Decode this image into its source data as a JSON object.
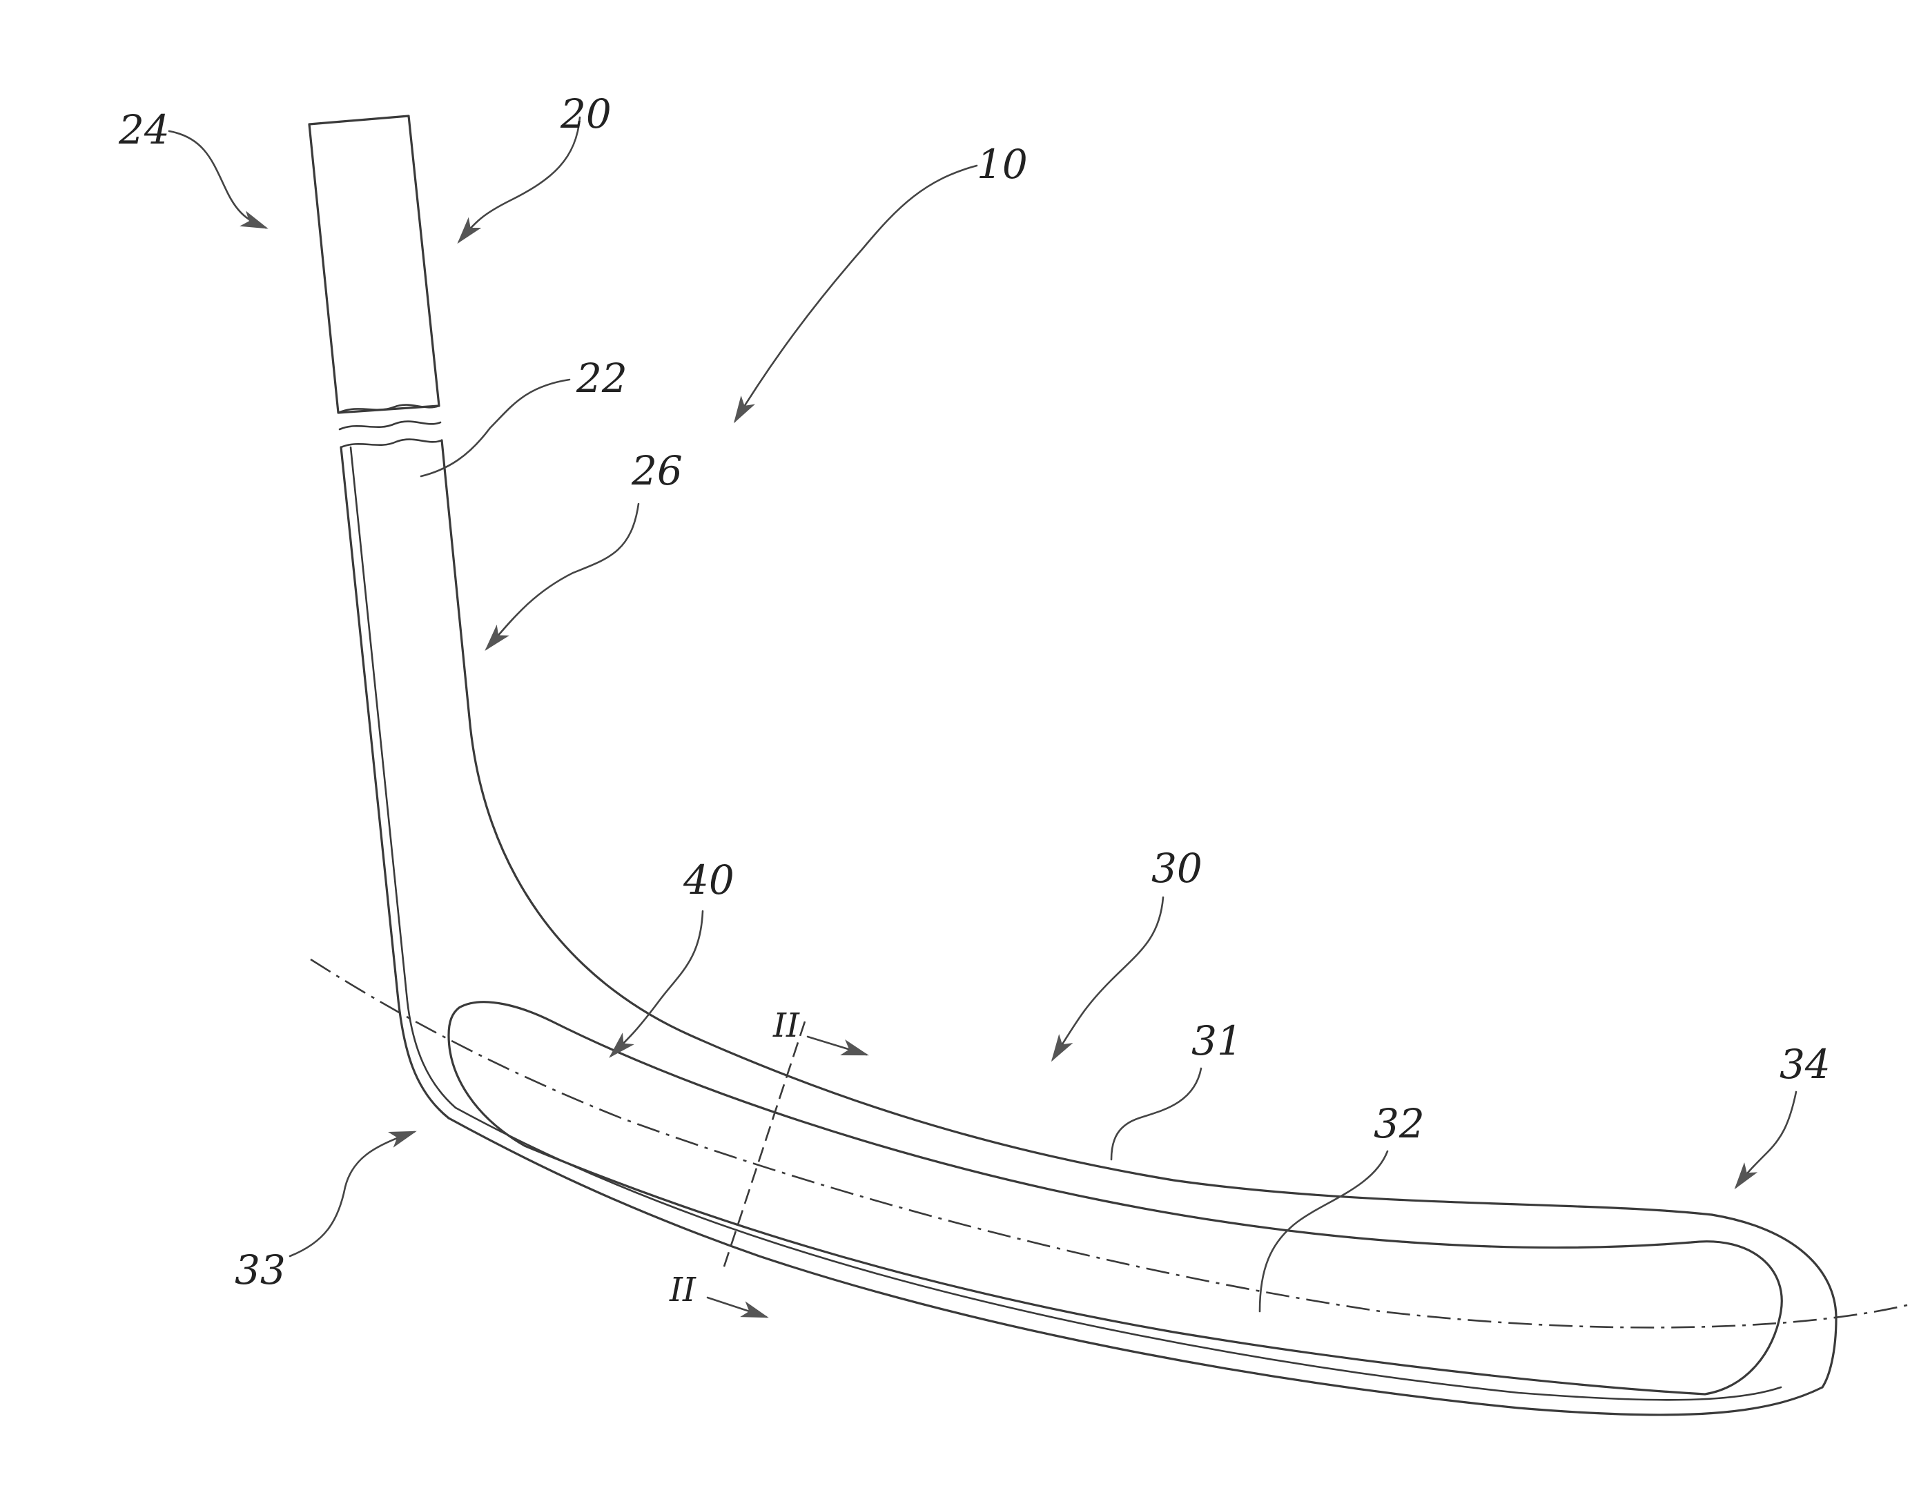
{
  "figure": {
    "reference_labels": {
      "ref_10": "10",
      "ref_20": "20",
      "ref_22": "22",
      "ref_24": "24",
      "ref_26": "26",
      "ref_30": "30",
      "ref_31": "31",
      "ref_32": "32",
      "ref_33": "33",
      "ref_34": "34",
      "ref_40": "40"
    },
    "section_marker": {
      "upper": "II",
      "lower": "II"
    }
  },
  "colors": {
    "line": "#3a3a3a",
    "arrow_fill": "#555555",
    "background": "#ffffff"
  }
}
